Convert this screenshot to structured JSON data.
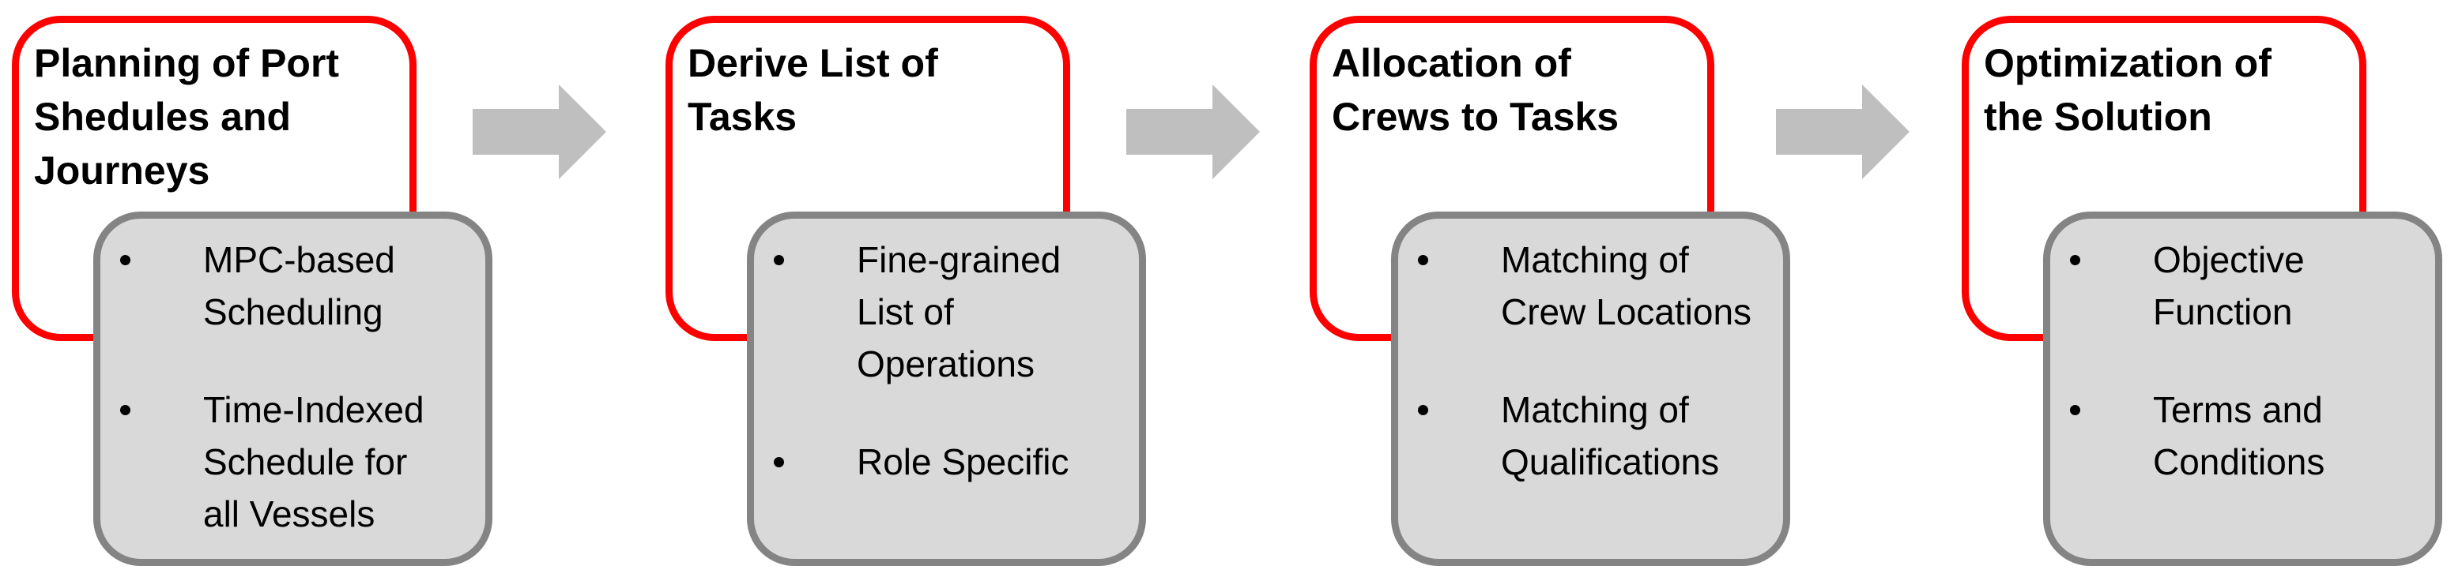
{
  "diagram": {
    "colors": {
      "stage_outline_red": "#FF0000",
      "details_box_fill": "#D9D9D9",
      "details_box_border": "#848484",
      "arrow_gray": "#BFBFBF",
      "text_black": "#000000",
      "background": "#FFFFFF"
    },
    "stages": [
      {
        "title_lines": [
          "Planning of Port",
          "Shedules and",
          "Journeys"
        ],
        "bullets": [
          [
            "MPC-based",
            "Scheduling"
          ],
          [
            "Time-Indexed",
            "Schedule for",
            "all Vessels"
          ]
        ]
      },
      {
        "title_lines": [
          "Derive List of",
          "Tasks"
        ],
        "bullets": [
          [
            "Fine-grained",
            "List of",
            "Operations"
          ],
          [
            "Role Specific"
          ]
        ]
      },
      {
        "title_lines": [
          "Allocation of",
          "Crews to Tasks"
        ],
        "bullets": [
          [
            "Matching of",
            "Crew Locations"
          ],
          [
            "Matching of",
            "Qualifications"
          ]
        ]
      },
      {
        "title_lines": [
          "Optimization of",
          "the Solution"
        ],
        "bullets": [
          [
            "Objective",
            "Function"
          ],
          [
            "Terms and",
            "Conditions"
          ]
        ]
      }
    ],
    "connectors": [
      {
        "icon": "arrow-right-icon"
      },
      {
        "icon": "arrow-right-icon"
      },
      {
        "icon": "arrow-right-icon"
      }
    ]
  }
}
